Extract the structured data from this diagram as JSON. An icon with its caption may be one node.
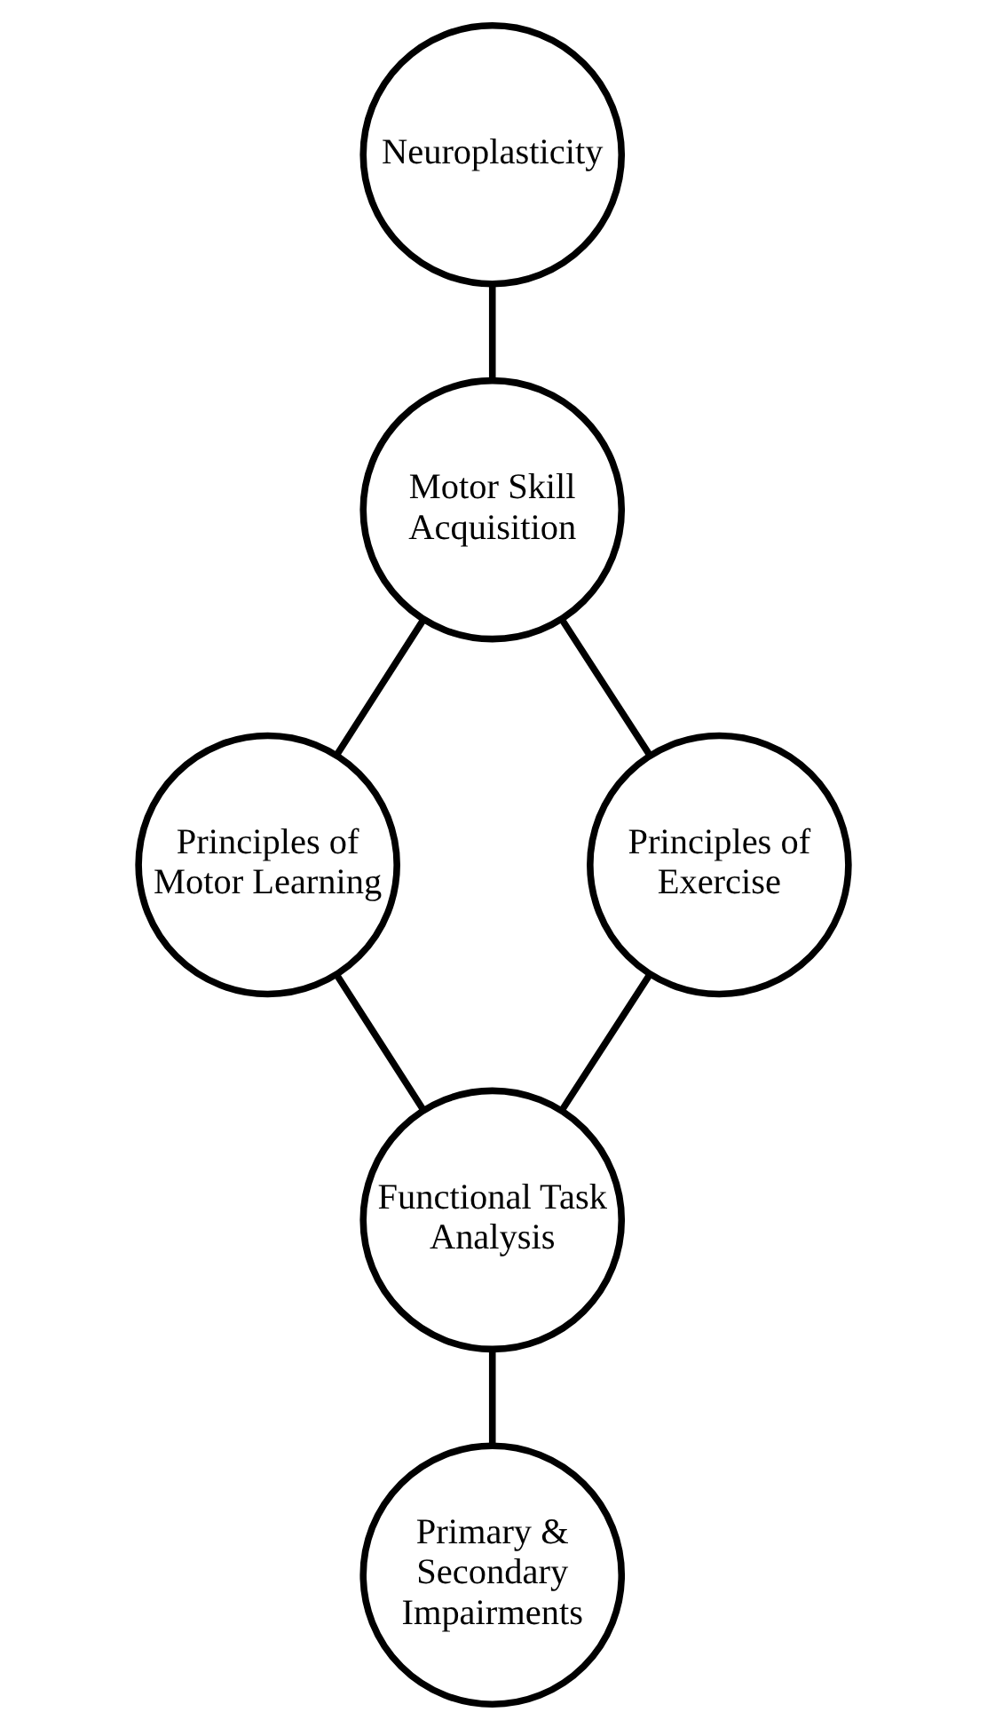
{
  "diagram": {
    "nodes": [
      {
        "text": [
          "Neuroplasticity"
        ]
      },
      {
        "text": [
          "Motor Skill Acquisition"
        ]
      },
      {
        "text": [
          "Principles of Motor Learning"
        ]
      },
      {
        "text": [
          "Principles of Exercise"
        ]
      },
      {
        "text": [
          "Functional Task Analysis"
        ]
      },
      {
        "text": [
          "Primary & Secondary Impairments"
        ]
      }
    ],
    "edges": [
      {
        "from": 0,
        "to": 1,
        "arrow": "none"
      },
      {
        "from": 1,
        "to": 2,
        "arrow": "none"
      },
      {
        "from": 1,
        "to": 3,
        "arrow": "none"
      },
      {
        "from": 2,
        "to": 4,
        "arrow": "none"
      },
      {
        "from": 3,
        "to": 4,
        "arrow": "none"
      },
      {
        "from": 4,
        "to": 5,
        "arrow": "none"
      }
    ]
  }
}
